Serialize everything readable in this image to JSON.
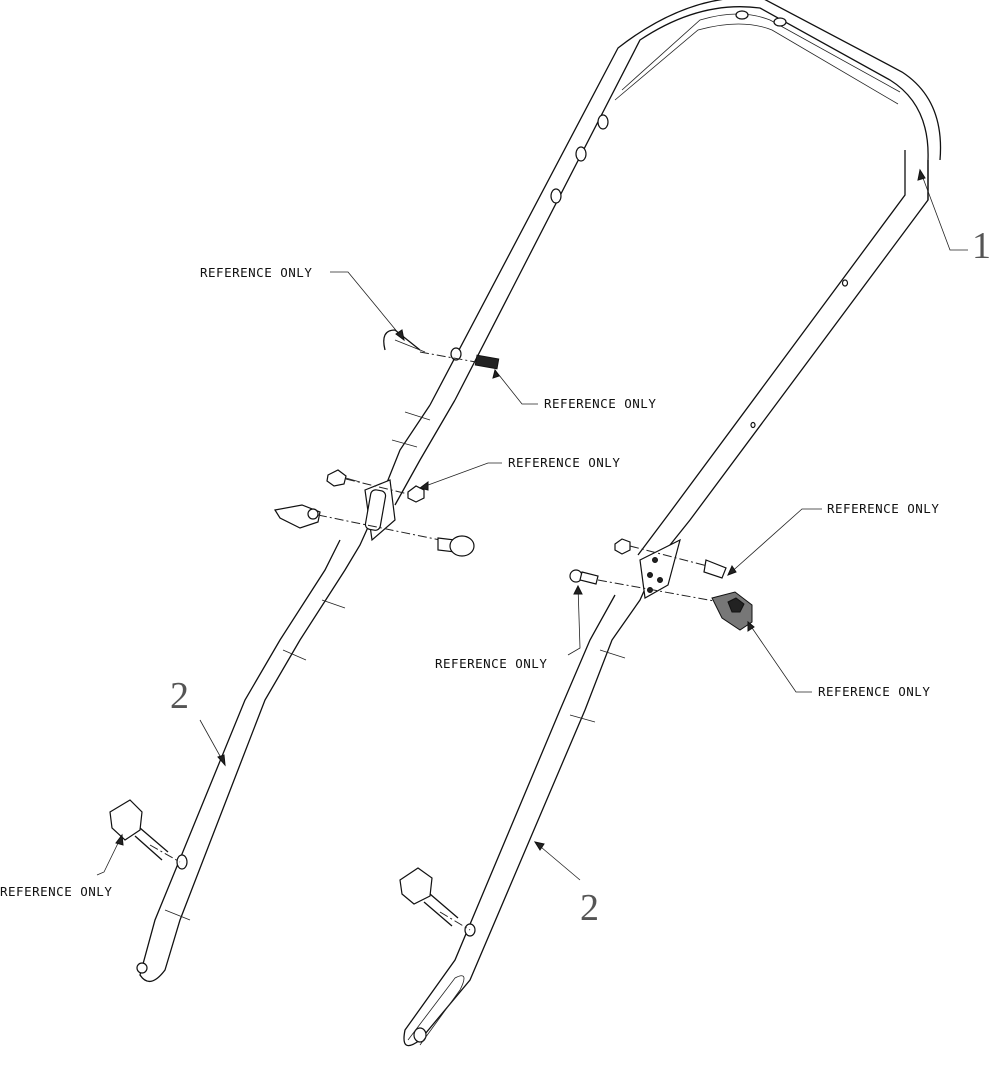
{
  "labels": {
    "ref_upper_left": "REFERENCE ONLY",
    "ref_clip_right": "REFERENCE ONLY",
    "ref_nut_left": "REFERENCE ONLY",
    "ref_bolt_right": "REFERENCE ONLY",
    "ref_washer_right": "REFERENCE ONLY",
    "ref_knob_right": "REFERENCE ONLY",
    "ref_knob_bottom_left": "REFERENCE ONLY"
  },
  "part_numbers": {
    "upper_handle": "1",
    "lower_handle_left": "2",
    "lower_handle_right": "2"
  },
  "colors": {
    "line": "#111111",
    "number_text": "#555555",
    "background": "#ffffff"
  }
}
